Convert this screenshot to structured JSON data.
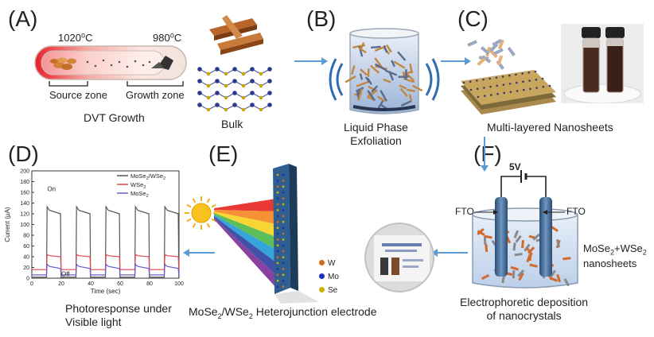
{
  "panels": {
    "A": {
      "letter": "(A)",
      "temp_source": "1020⁰C",
      "temp_growth": "980⁰C",
      "source_zone": "Source zone",
      "growth_zone": "Growth zone",
      "caption": "DVT Growth",
      "bulk_caption": "Bulk"
    },
    "B": {
      "letter": "(B)",
      "caption_line1": "Liquid Phase",
      "caption_line2": "Exfoliation"
    },
    "C": {
      "letter": "(C)",
      "caption": "Multi-layered Nanosheets"
    },
    "D": {
      "letter": "(D)",
      "caption_line1": "Photoresponse under",
      "caption_line2": "Visible light",
      "on_label": "On",
      "off_label": "Off"
    },
    "E": {
      "letter": "(E)",
      "caption_pre": "MoSe",
      "caption_mid": "/WSe",
      "caption_post": " Heterojunction electrode",
      "caption_sub": "2",
      "legend": [
        {
          "label": "W",
          "color": "#d2691e"
        },
        {
          "label": "Mo",
          "color": "#1c2fbf"
        },
        {
          "label": "Se",
          "color": "#c8b400"
        }
      ]
    },
    "F": {
      "letter": "(F)",
      "voltage": "5V",
      "fto_left": "FTO",
      "fto_right": "FTO",
      "nanosheets_line1_pre": "MoSe",
      "nanosheets_line1_mid": "+WSe",
      "nanosheets_line1_sub": "2",
      "nanosheets_line2": "nanosheets",
      "caption_line1": "Electrophoretic deposition",
      "caption_line2": "of nanocrystals"
    }
  },
  "chart_data": {
    "type": "line",
    "xlabel": "Time (sec)",
    "ylabel": "Current (µA)",
    "xlim": [
      0,
      100
    ],
    "ylim": [
      0,
      200
    ],
    "xticks": [
      "0",
      "20",
      "40",
      "60",
      "80",
      "100"
    ],
    "yticks": [
      "0",
      "20",
      "40",
      "60",
      "80",
      "100",
      "120",
      "140",
      "160",
      "180",
      "200"
    ],
    "on_periods": [
      [
        10,
        19.5
      ],
      [
        30,
        39.5
      ],
      [
        50,
        59.5
      ],
      [
        70,
        79.5
      ],
      [
        90,
        99.5
      ]
    ],
    "series": [
      {
        "name": "MoSe2/WSe2",
        "name_base": "MoSe",
        "name_mid": "/WSe",
        "name_sub": "2",
        "color": "#555555",
        "dark": 2,
        "peak": 133,
        "plateau": 120
      },
      {
        "name": "WSe2",
        "name_base": "WSe",
        "name_mid": "",
        "name_sub": "2",
        "color": "#e0474c",
        "dark": 16,
        "peak": 44,
        "plateau": 40
      },
      {
        "name": "MoSe2",
        "name_base": "MoSe",
        "name_mid": "",
        "name_sub": "2",
        "color": "#6a5acd",
        "dark": 6,
        "peak": 26,
        "plateau": 18
      }
    ],
    "legend_position": "top-right"
  }
}
